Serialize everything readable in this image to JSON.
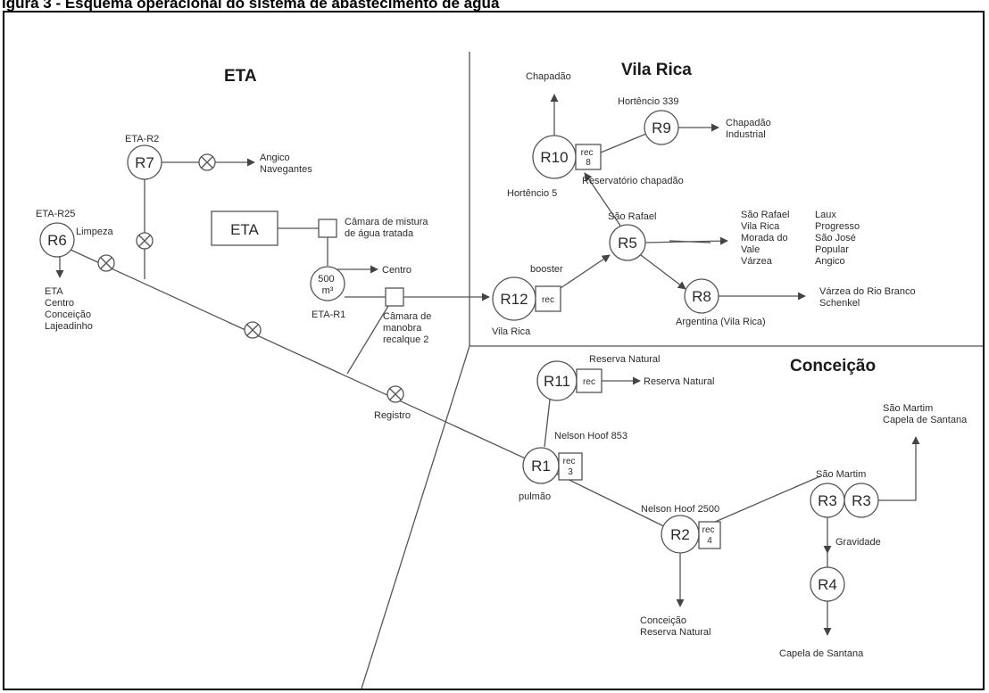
{
  "figure_title": "igura 3 - Esquema operacional do sistema de abastecimento de água",
  "regions": {
    "eta": "ETA",
    "vila_rica": "Vila Rica",
    "conceicao": "Conceição"
  },
  "reservoirs": {
    "r6": "R6",
    "r7": "R7",
    "r1": "R1",
    "r2": "R2",
    "r3a": "R3",
    "r3b": "R3",
    "r4": "R4",
    "r5": "R5",
    "r8": "R8",
    "r9": "R9",
    "r10": "R10",
    "r11": "R11",
    "r12": "R12"
  },
  "eta_box": "ETA",
  "reservoir_500": [
    "500",
    "m³"
  ],
  "rec": {
    "r10": [
      "rec",
      "8"
    ],
    "r12": "rec",
    "r11": "rec",
    "r1": [
      "rec",
      "3"
    ],
    "r2": [
      "rec",
      "4"
    ]
  },
  "labels": {
    "eta_r2": "ETA-R2",
    "eta_r25": "ETA-R25",
    "limpeza": "Limpeza",
    "eta_r1": "ETA-R1",
    "centro": "Centro",
    "camara_mistura": [
      "Câmara de mistura",
      "de água tratada"
    ],
    "camara_manobra": [
      "Câmara de",
      "manobra",
      "recalque 2"
    ],
    "angico_navegantes": [
      "Angico",
      "Navegantes"
    ],
    "r6_dest": [
      "ETA",
      "Centro",
      "Conceição",
      "Lajeadinho"
    ],
    "registro": "Registro",
    "chapadao": "Chapadão",
    "hortencio_339": "Hortêncio 339",
    "chapadao_industrial": [
      "Chapadão",
      "Industrial"
    ],
    "reservatorio_chapadao": "Reservatório chapadão",
    "hortencio_5": "Hortêncio 5",
    "sao_rafael": "São Rafael",
    "r5_dest_1": [
      "São Rafael",
      "Vila Rica",
      "Morada do",
      "Vale",
      "Várzea"
    ],
    "r5_dest_2": [
      "Laux",
      "Progresso",
      "São José",
      "Popular",
      "Angico"
    ],
    "booster": "booster",
    "vila_rica_lbl": "Vila Rica",
    "argentina": "Argentina (Vila Rica)",
    "varzea_rio_branco": [
      "Várzea do Rio Branco",
      "Schenkel"
    ],
    "reserva_natural_top": "Reserva Natural",
    "reserva_natural_arrow": "Reserva Natural",
    "nelson_853": "Nelson Hoof 853",
    "pulmao": "pulmão",
    "nelson_2500": "Nelson Hoof 2500",
    "conceicao_reserva": [
      "Conceição",
      "Reserva Natural"
    ],
    "sao_martim": "São Martim",
    "sao_martim_capela": [
      "São Martim",
      "Capela de Santana"
    ],
    "gravidade": "Gravidade",
    "capela_santana": "Capela de Santana"
  }
}
